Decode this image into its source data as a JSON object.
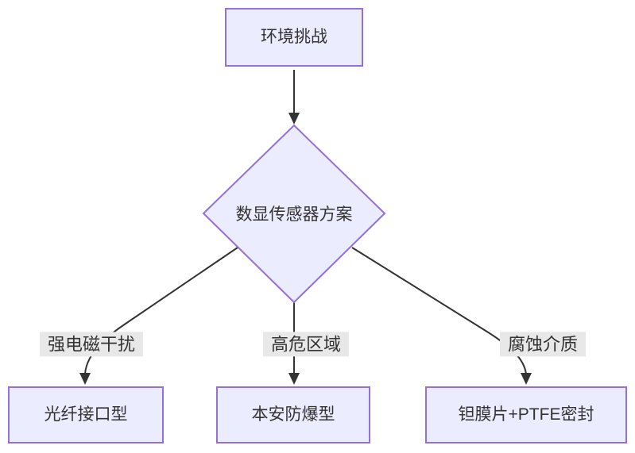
{
  "diagram": {
    "type": "flowchart",
    "direction": "top-down",
    "nodes": [
      {
        "id": "A",
        "shape": "rectangle",
        "label": "环境挑战"
      },
      {
        "id": "B",
        "shape": "diamond",
        "label": "数显传感器方案"
      },
      {
        "id": "C",
        "shape": "rectangle",
        "label": "光纤接口型"
      },
      {
        "id": "D",
        "shape": "rectangle",
        "label": "本安防爆型"
      },
      {
        "id": "E",
        "shape": "rectangle",
        "label": "钽膜片+PTFE密封"
      }
    ],
    "edges": [
      {
        "from": "A",
        "to": "B",
        "label": ""
      },
      {
        "from": "B",
        "to": "C",
        "label": "强电磁干扰"
      },
      {
        "from": "B",
        "to": "D",
        "label": "高危区域"
      },
      {
        "from": "B",
        "to": "E",
        "label": "腐蚀介质"
      }
    ],
    "colors": {
      "node_fill": "#ECECFF",
      "node_border": "#9370DB",
      "edge_line": "#333333",
      "edge_label_bg": "#E8E8E8",
      "text": "#333333",
      "canvas_bg": "#FFFFFF"
    }
  }
}
